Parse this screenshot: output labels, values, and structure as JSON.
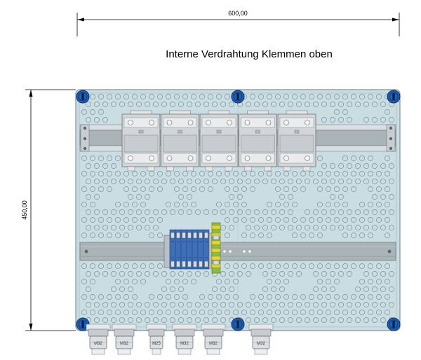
{
  "drawing": {
    "width_dimension": "600,00",
    "height_dimension": "450,00",
    "title": "Interne Verdrahtung Klemmen oben"
  },
  "enclosure": {
    "corner_screws": 6,
    "colors": {
      "panel": "#c9dde3",
      "frame": "#8a9ea6",
      "screw": "#1f5fb5",
      "rail": "#a9b3b8",
      "breaker": "#d3d6d9",
      "terminal_blue": "#3e6fb8",
      "terminal_green": "#8dbb3a"
    }
  },
  "breakers": {
    "count": 5
  },
  "terminals": {
    "blue_count": 7,
    "earth_count": 1
  },
  "cable_glands": [
    {
      "label": "M32"
    },
    {
      "label": "M32"
    },
    {
      "label": "M25"
    },
    {
      "label": "M32"
    },
    {
      "label": "M32"
    },
    {
      "label": "M32"
    }
  ]
}
